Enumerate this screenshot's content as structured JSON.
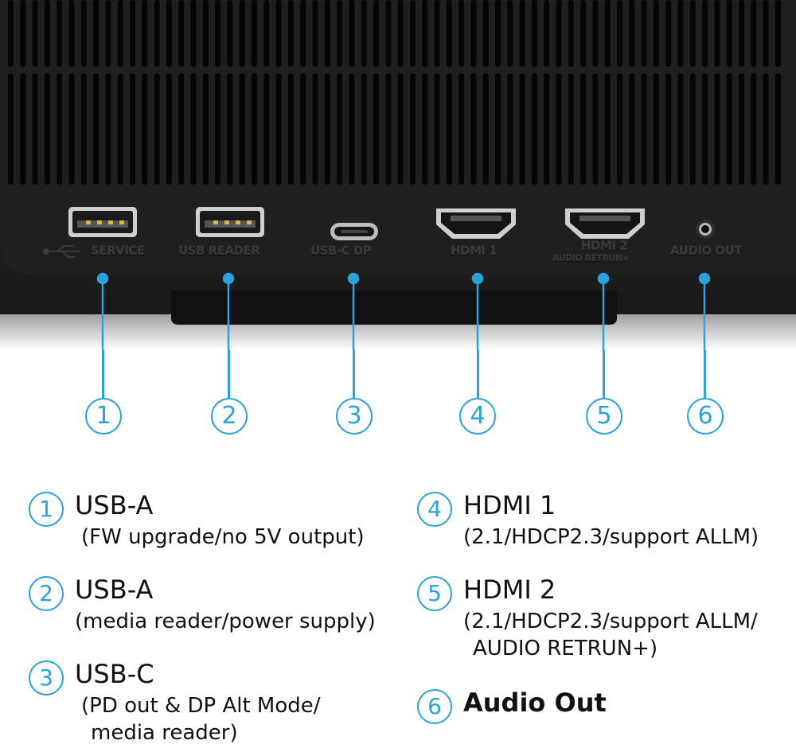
{
  "port_labels": {
    "service": "SERVICE",
    "usb_reader": "USB READER",
    "usbc_dp": "USB-C DP",
    "hdmi1": "HDMI 1",
    "hdmi2_line1": "HDMI 2",
    "hdmi2_line2": "AUDIO RETRUN+",
    "audio_out": "AUDIO OUT"
  },
  "callouts": [
    "1",
    "2",
    "3",
    "4",
    "5",
    "6"
  ],
  "legend": [
    {
      "num": "1",
      "title": "USB-A",
      "desc": [
        "(FW upgrade/no 5V output)"
      ]
    },
    {
      "num": "2",
      "title": "USB-A",
      "desc": [
        "(media reader/power supply)"
      ]
    },
    {
      "num": "3",
      "title": "USB-C",
      "desc": [
        "(PD out & DP Alt Mode/",
        "media reader)"
      ]
    },
    {
      "num": "4",
      "title": "HDMI 1",
      "desc": [
        "(2.1/HDCP2.3/support ALLM)"
      ]
    },
    {
      "num": "5",
      "title": "HDMI 2",
      "desc": [
        "(2.1/HDCP2.3/support ALLM/",
        "AUDIO RETRUN+)"
      ]
    },
    {
      "num": "6",
      "title": "Audio Out",
      "desc": []
    }
  ],
  "colors": {
    "accent": "#2aa2dc",
    "panel": "#1e1e1e"
  }
}
